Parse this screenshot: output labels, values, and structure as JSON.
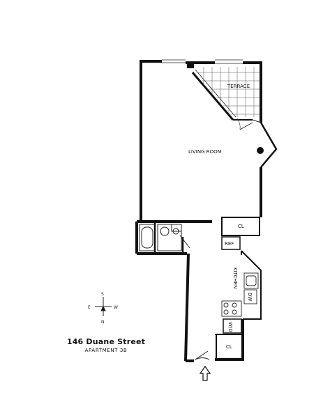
{
  "plan": {
    "address": "146 Duane Street",
    "unit": "APARTMENT 3B"
  },
  "rooms": {
    "terrace": "TERRACE",
    "living_room": "LIVING ROOM",
    "closet_upper": "CL",
    "refrigerator": "REF",
    "kitchen": "KITCHEN",
    "dishwasher": "DW",
    "washer": "W/D",
    "closet_lower": "CL"
  },
  "compass": {
    "south": "S",
    "east": "E",
    "west": "W",
    "north": "N"
  },
  "colors": {
    "wall": "#111111",
    "line": "#222222",
    "background": "#ffffff"
  }
}
